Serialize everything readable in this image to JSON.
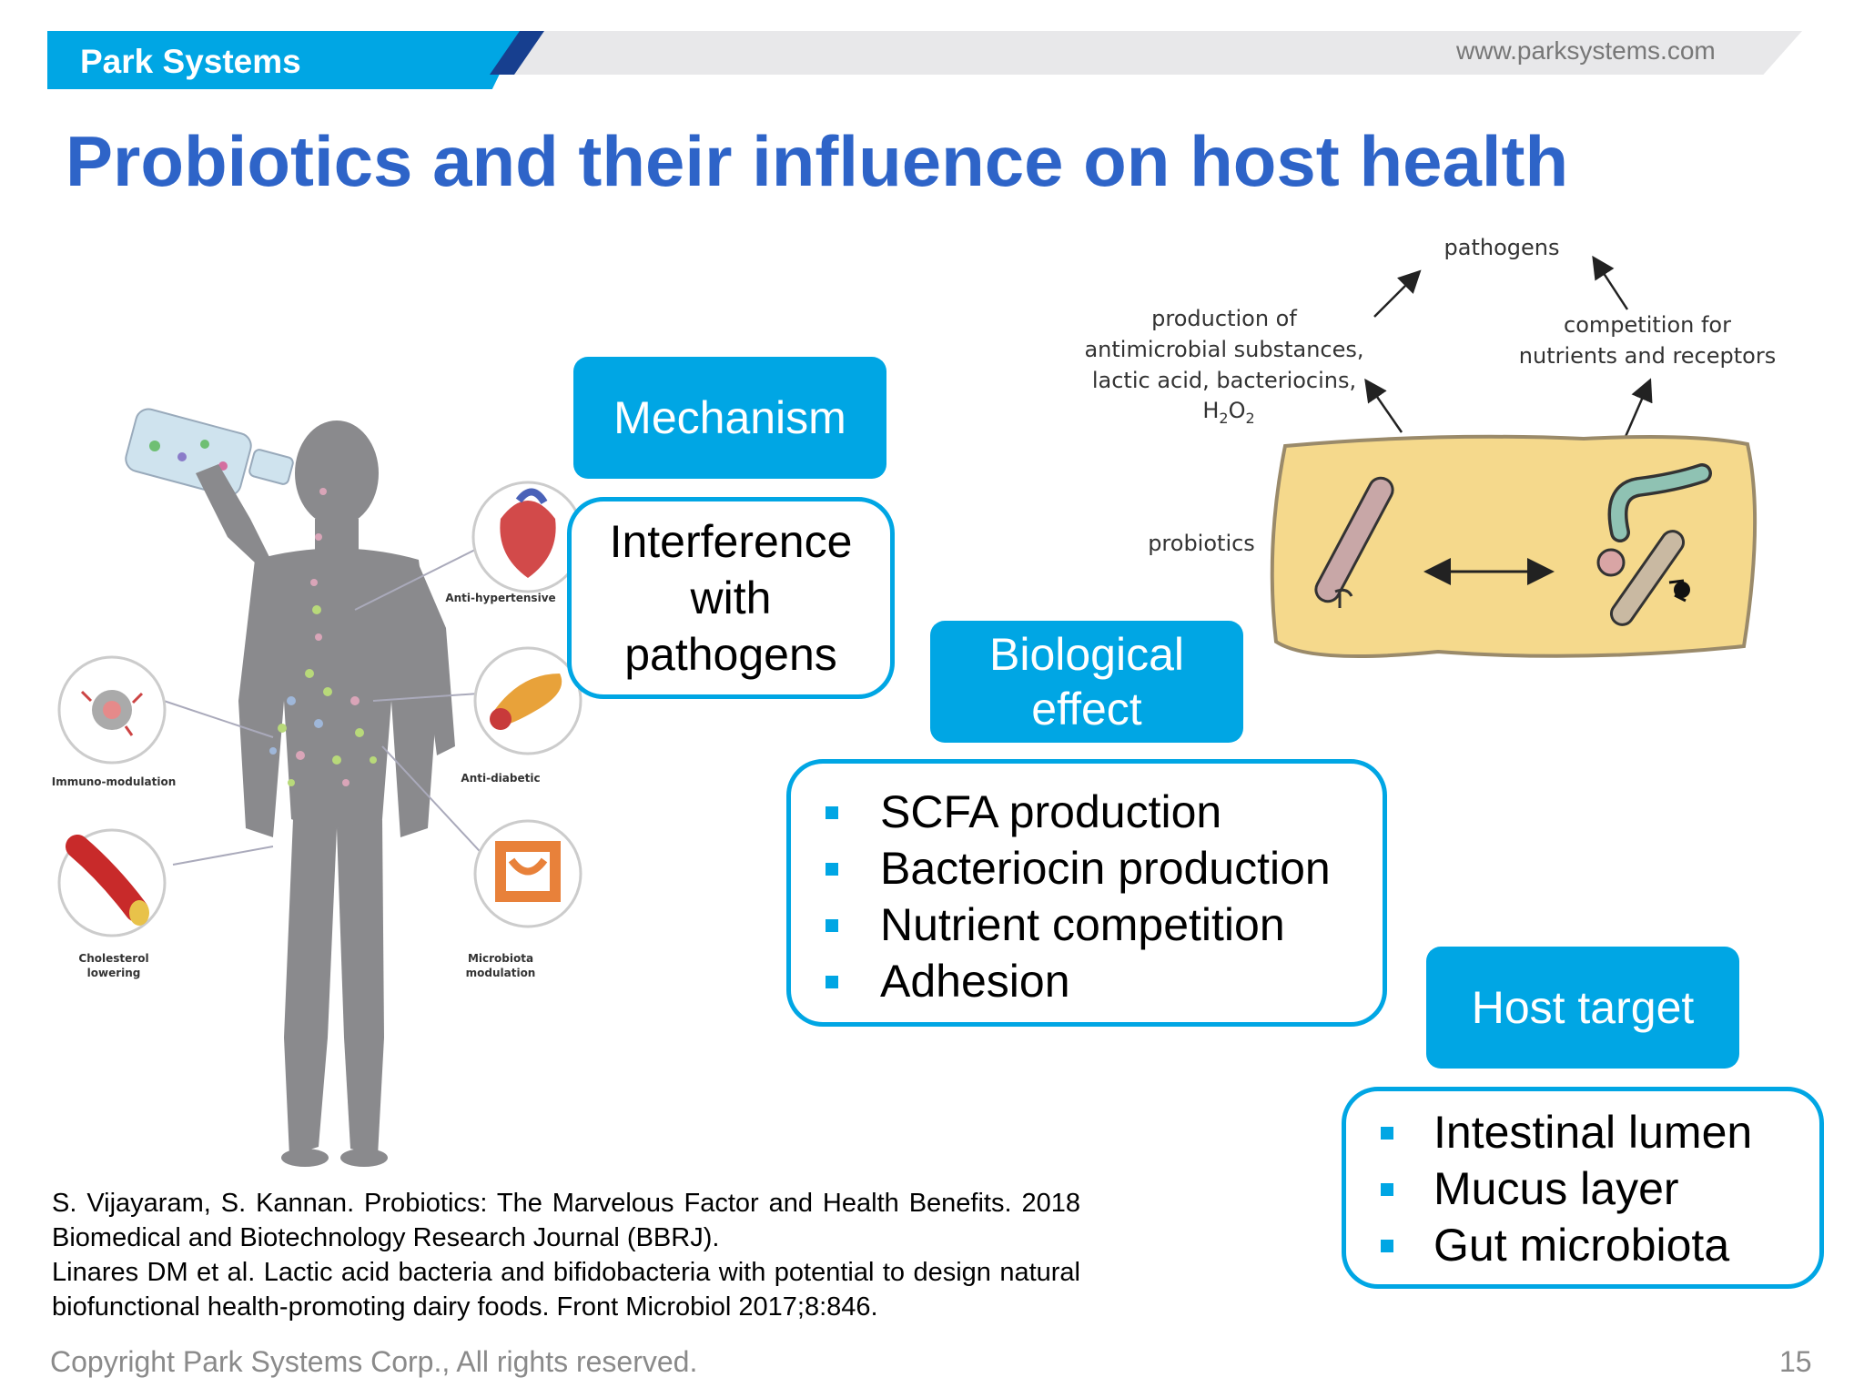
{
  "header": {
    "brand": "Park Systems",
    "url": "www.parksystems.com"
  },
  "title": "Probiotics and their influence on host health",
  "figure_left": {
    "labels": {
      "anti_hypertensive": "Anti-hypertensive",
      "anti_diabetic": "Anti-diabetic",
      "immuno_modulation": "Immuno-modulation",
      "cholesterol_line1": "Cholesterol",
      "cholesterol_line2": "lowering",
      "microbiota_line1": "Microbiota",
      "microbiota_line2": "modulation"
    }
  },
  "mechanism": {
    "label": "Mechanism",
    "text_lines": [
      "Interference",
      "with",
      "pathogens"
    ]
  },
  "biological_effect": {
    "label_line1": "Biological",
    "label_line2": "effect",
    "items": [
      "SCFA production",
      "Bacteriocin production",
      "Nutrient competition",
      "Adhesion"
    ]
  },
  "host_target": {
    "label": "Host target",
    "items": [
      "Intestinal lumen",
      "Mucus layer",
      "Gut microbiota"
    ]
  },
  "diagram_right": {
    "pathogens": "pathogens",
    "production_lines": [
      "production of",
      "antimicrobial substances,",
      "lactic acid, bacteriocins,"
    ],
    "h2o2_h": "H",
    "h2o2_2a": "2",
    "h2o2_o": "O",
    "h2o2_2b": "2",
    "competition_lines": [
      "competition for",
      "nutrients and receptors"
    ],
    "probiotics": "probiotics"
  },
  "references": [
    "S. Vijayaram, S. Kannan. Probiotics: The Marvelous Factor and Health Benefits. 2018 Biomedical and Biotechnology Research Journal (BBRJ).",
    "Linares DM et al. Lactic acid bacteria and bifidobacteria with potential to design natural biofunctional health-promoting dairy foods. Front Microbiol 2017;8:846."
  ],
  "footer": {
    "copyright": "Copyright Park Systems Corp., All rights reserved.",
    "page": "15"
  },
  "colors": {
    "accent": "#00a6e4",
    "title": "#2e64c8",
    "dark_stripe": "#173f8f",
    "silhouette": "#8a8a8d",
    "mucus": "#f5d98c"
  }
}
